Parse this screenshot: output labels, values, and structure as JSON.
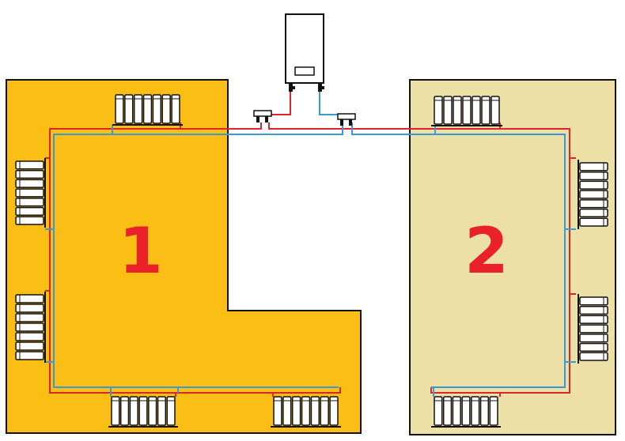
{
  "rooms": [
    {
      "label": "1",
      "fill": "#FBBE14"
    },
    {
      "label": "2",
      "fill": "#EDE0A6"
    }
  ],
  "colors": {
    "supply": "#D9262C",
    "return": "#3A9AD9",
    "label": "#E8212A",
    "outline": "#111111"
  },
  "radiator_count": {
    "room1": 5,
    "room2": 4
  }
}
